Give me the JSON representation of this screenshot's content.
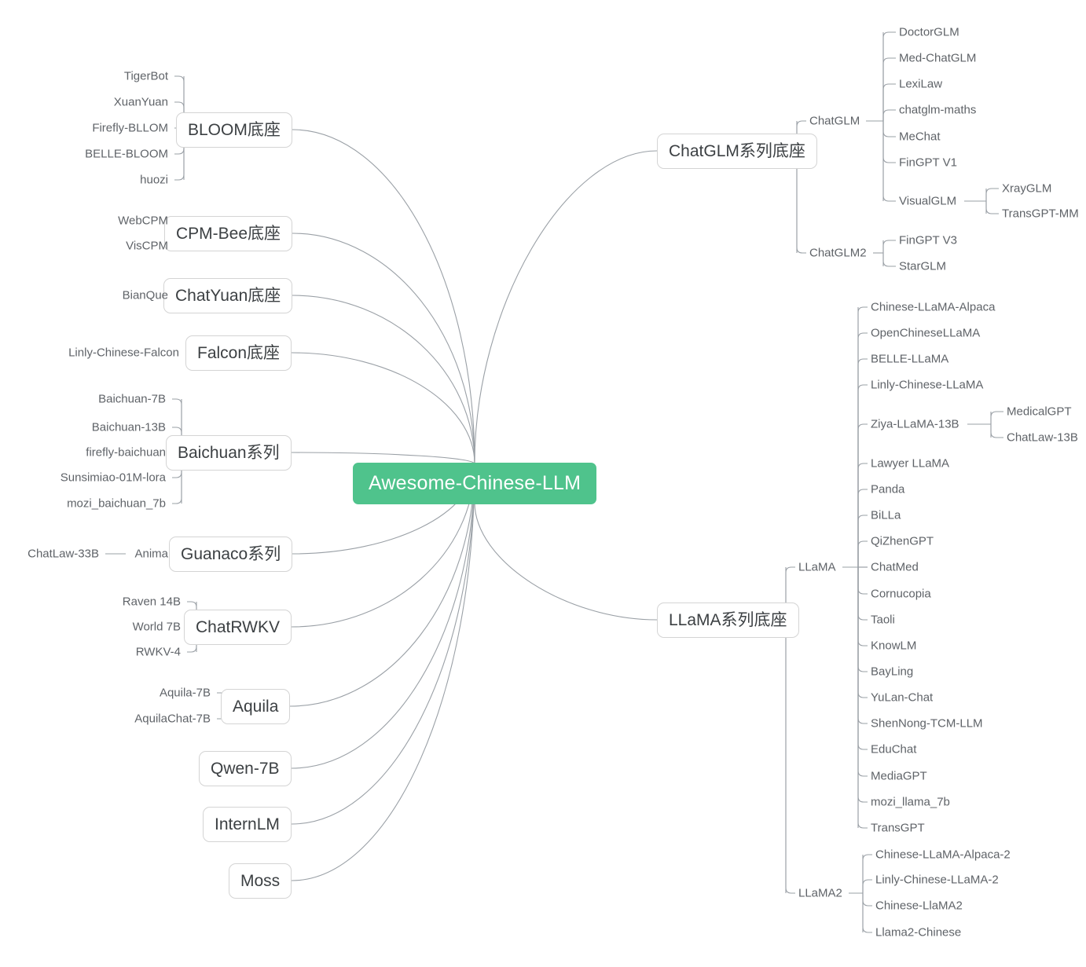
{
  "diagram": {
    "type": "mindmap",
    "title": "Awesome-Chinese-LLM",
    "root_color": "#4FC38C",
    "root": {
      "label": "Awesome-Chinese-LLM"
    }
  },
  "left": {
    "bloom": {
      "label": "BLOOM底座",
      "children": [
        "TigerBot",
        "XuanYuan",
        "Firefly-BLLOM",
        "BELLE-BLOOM",
        "huozi"
      ]
    },
    "cpmbee": {
      "label": "CPM-Bee底座",
      "children": [
        "WebCPM",
        "VisCPM"
      ]
    },
    "chatyuan": {
      "label": "ChatYuan底座",
      "children": [
        "BianQue"
      ]
    },
    "falcon": {
      "label": "Falcon底座",
      "children": [
        "Linly-Chinese-Falcon"
      ]
    },
    "baichuan": {
      "label": "Baichuan系列",
      "children": [
        "Baichuan-7B",
        "Baichuan-13B",
        "firefly-baichuan",
        "Sunsimiao-01M-lora",
        "mozi_baichuan_7b"
      ]
    },
    "guanaco": {
      "label": "Guanaco系列",
      "children": [
        "Anima"
      ],
      "grandchild": "ChatLaw-33B"
    },
    "chatrwkv": {
      "label": "ChatRWKV",
      "children": [
        "Raven 14B",
        "World 7B",
        "RWKV-4"
      ]
    },
    "aquila": {
      "label": "Aquila",
      "children": [
        "Aquila-7B",
        "AquilaChat-7B"
      ]
    },
    "qwen": {
      "label": "Qwen-7B",
      "children": []
    },
    "internlm": {
      "label": "InternLM",
      "children": []
    },
    "moss": {
      "label": "Moss",
      "children": []
    }
  },
  "right": {
    "chatglm_base": {
      "label": "ChatGLM系列底座",
      "groups": [
        {
          "label": "ChatGLM",
          "children": [
            "DoctorGLM",
            "Med-ChatGLM",
            "LexiLaw",
            "chatglm-maths",
            "MeChat",
            "FinGPT V1",
            "VisualGLM"
          ],
          "sub": {
            "parent": "VisualGLM",
            "children": [
              "XrayGLM",
              "TransGPT-MM"
            ]
          }
        },
        {
          "label": "ChatGLM2",
          "children": [
            "FinGPT V3",
            "StarGLM"
          ]
        }
      ]
    },
    "llama_base": {
      "label": "LLaMA系列底座",
      "groups": [
        {
          "label": "LLaMA",
          "children": [
            "Chinese-LLaMA-Alpaca",
            "OpenChineseLLaMA",
            "BELLE-LLaMA",
            "Linly-Chinese-LLaMA",
            "Ziya-LLaMA-13B",
            "Lawyer LLaMA",
            "Panda",
            "BiLLa",
            "QiZhenGPT",
            "ChatMed",
            "Cornucopia",
            "Taoli",
            "KnowLM",
            "BayLing",
            "YuLan-Chat",
            "ShenNong-TCM-LLM",
            "EduChat",
            "MediaGPT",
            "mozi_llama_7b",
            "TransGPT"
          ],
          "sub": {
            "parent": "Ziya-LLaMA-13B",
            "children": [
              "MedicalGPT",
              "ChatLaw-13B"
            ]
          }
        },
        {
          "label": "LLaMA2",
          "children": [
            "Chinese-LLaMA-Alpaca-2",
            "Linly-Chinese-LLaMA-2",
            "Chinese-LlaMA2",
            "Llama2-Chinese"
          ]
        }
      ]
    }
  }
}
